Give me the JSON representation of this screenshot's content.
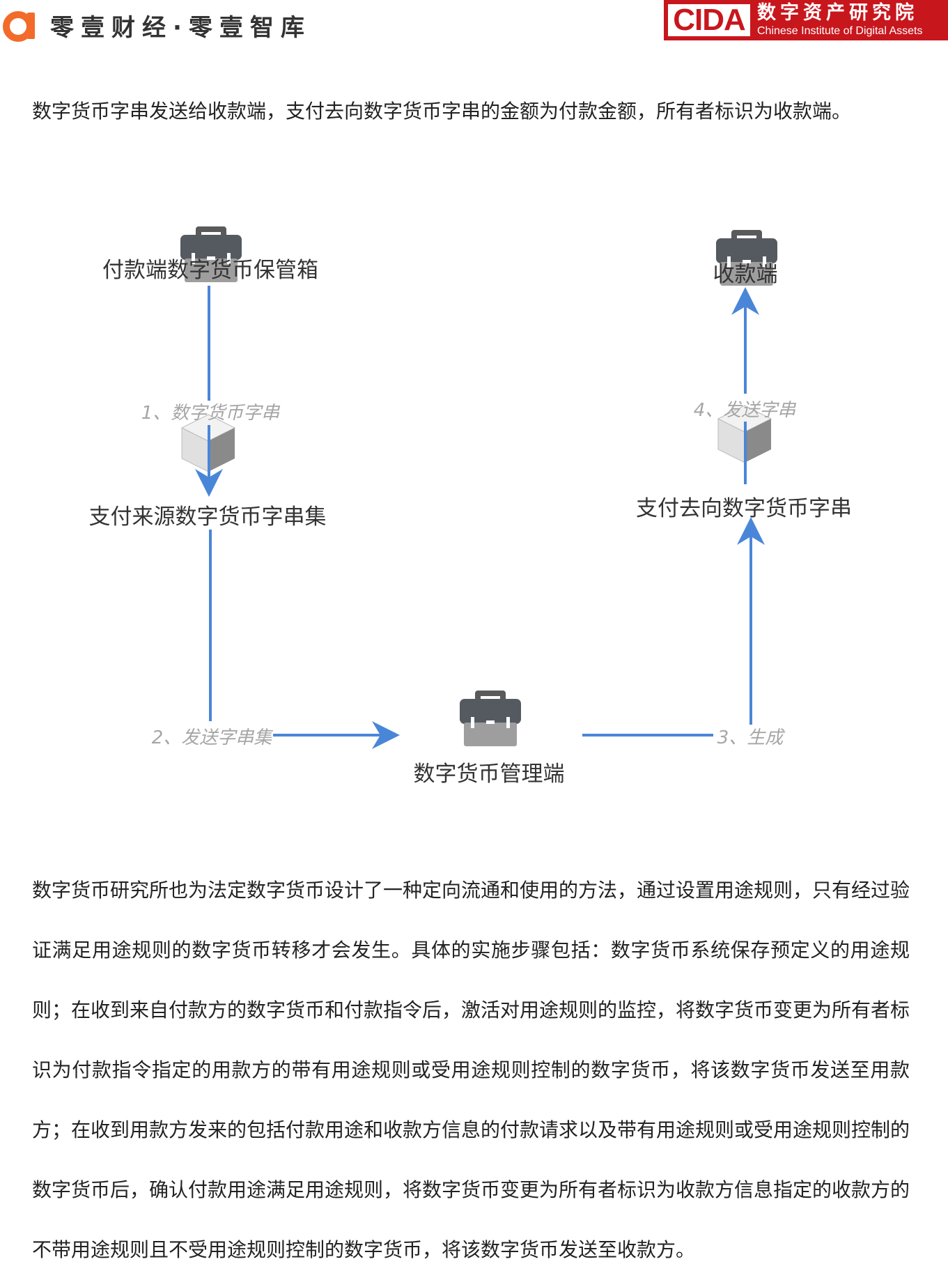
{
  "header": {
    "brand_name": "零壹财经·零壹智库",
    "cida_abbr": "CIDA",
    "cida_cn": "数字资产研究院",
    "cida_en": "Chinese Institute of Digital Assets",
    "brand_color": "#f26b2a",
    "cida_color": "#c8161d"
  },
  "intro_paragraph": "数字货币字串发送给收款端，支付去向数字货币字串的金额为付款金额，所有者标识为收款端。",
  "diagram": {
    "nodes": {
      "payer_box": "付款端数字货币保管箱",
      "source_set": "支付来源数字货币字串集",
      "manager": "数字货币管理端",
      "target_string": "支付去向数字货币字串",
      "payee": "收款端"
    },
    "edges": {
      "step1": "1、数字货币字串",
      "step2": "2、发送字串集",
      "step3": "3、生成",
      "step4": "4、发送字串"
    },
    "arrow_color": "#4a86d8",
    "briefcase_icon": "briefcase-icon",
    "cube_icon": "cube-icon"
  },
  "body_paragraph": "数字货币研究所也为法定数字货币设计了一种定向流通和使用的方法，通过设置用途规则，只有经过验证满足用途规则的数字货币转移才会发生。具体的实施步骤包括：数字货币系统保存预定义的用途规则；在收到来自付款方的数字货币和付款指令后，激活对用途规则的监控，将数字货币变更为所有者标识为付款指令指定的用款方的带有用途规则或受用途规则控制的数字货币，将该数字货币发送至用款方；在收到用款方发来的包括付款用途和收款方信息的付款请求以及带有用途规则或受用途规则控制的数字货币后，确认付款用途满足用途规则，将数字货币变更为所有者标识为收款方信息指定的收款方的不带用途规则且不受用途规则控制的数字货币，将该数字货币发送至收款方。"
}
